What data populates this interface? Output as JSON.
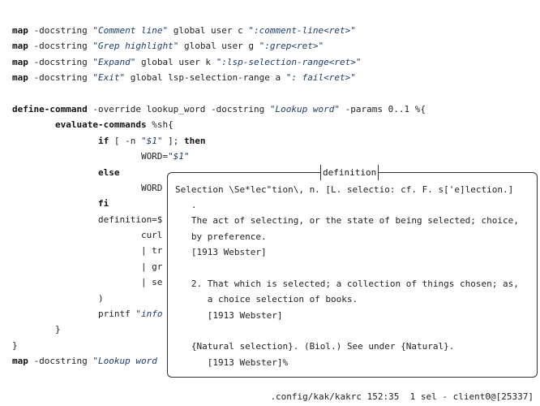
{
  "editor": {
    "lines": [
      [
        {
          "t": "map",
          "c": "k"
        },
        {
          "t": " -docstring ",
          "c": "n"
        },
        {
          "t": "\"Comment line\"",
          "c": "s"
        },
        {
          "t": " global user c ",
          "c": "n"
        },
        {
          "t": "\":comment-line<ret>\"",
          "c": "s"
        }
      ],
      [
        {
          "t": "map",
          "c": "k"
        },
        {
          "t": " -docstring ",
          "c": "n"
        },
        {
          "t": "\"Grep highlight\"",
          "c": "s"
        },
        {
          "t": " global user g ",
          "c": "n"
        },
        {
          "t": "\":grep<ret>\"",
          "c": "s"
        }
      ],
      [
        {
          "t": "map",
          "c": "k"
        },
        {
          "t": " -docstring ",
          "c": "n"
        },
        {
          "t": "\"Expand\"",
          "c": "s"
        },
        {
          "t": " global user k ",
          "c": "n"
        },
        {
          "t": "\":lsp-selection-range<ret>\"",
          "c": "s"
        }
      ],
      [
        {
          "t": "map",
          "c": "k"
        },
        {
          "t": " -docstring ",
          "c": "n"
        },
        {
          "t": "\"Exit\"",
          "c": "s"
        },
        {
          "t": " global lsp-selection-range a ",
          "c": "n"
        },
        {
          "t": "\": fail<ret>\"",
          "c": "s"
        }
      ],
      [],
      [
        {
          "t": "define-command",
          "c": "k"
        },
        {
          "t": " -override lookup_word -docstring ",
          "c": "n"
        },
        {
          "t": "\"Lookup word\"",
          "c": "s"
        },
        {
          "t": " -params 0..1 %{",
          "c": "n"
        }
      ],
      [
        {
          "t": "        ",
          "c": "n"
        },
        {
          "t": "evaluate-commands",
          "c": "k"
        },
        {
          "t": " %sh{",
          "c": "n"
        }
      ],
      [
        {
          "t": "                ",
          "c": "n"
        },
        {
          "t": "if",
          "c": "k"
        },
        {
          "t": " [ -n ",
          "c": "n"
        },
        {
          "t": "\"$1\"",
          "c": "s"
        },
        {
          "t": " ]; ",
          "c": "n"
        },
        {
          "t": "then",
          "c": "k"
        }
      ],
      [
        {
          "t": "                        WORD=",
          "c": "n"
        },
        {
          "t": "\"$1\"",
          "c": "s"
        }
      ],
      [
        {
          "t": "                ",
          "c": "n"
        },
        {
          "t": "else",
          "c": "k"
        }
      ],
      [
        {
          "t": "                        WORD",
          "c": "n"
        }
      ],
      [
        {
          "t": "                ",
          "c": "n"
        },
        {
          "t": "fi",
          "c": "k"
        }
      ],
      [
        {
          "t": "                definition=$",
          "c": "n"
        }
      ],
      [
        {
          "t": "                        curl",
          "c": "n"
        }
      ],
      [
        {
          "t": "                        | tr",
          "c": "n"
        }
      ],
      [
        {
          "t": "                        | gr",
          "c": "n"
        }
      ],
      [
        {
          "t": "                        | se",
          "c": "n"
        }
      ],
      [
        {
          "t": "                )",
          "c": "n"
        }
      ],
      [
        {
          "t": "                printf ",
          "c": "n"
        },
        {
          "t": "\"info",
          "c": "s"
        }
      ],
      [
        {
          "t": "        }",
          "c": "n"
        }
      ],
      [
        {
          "t": "}",
          "c": "n"
        }
      ],
      [
        {
          "t": "map",
          "c": "k"
        },
        {
          "t": " -docstring ",
          "c": "n"
        },
        {
          "t": "\"Lookup word",
          "c": "s"
        }
      ]
    ]
  },
  "popup": {
    "title": "definition",
    "lines": [
      "Selection \\Se*lec\"tion\\, n. [L. selectio: cf. F. s['e]lection.]",
      "   .",
      "   The act of selecting, or the state of being selected; choice,",
      "   by preference.",
      "   [1913 Webster]",
      "",
      "   2. That which is selected; a collection of things chosen; as,",
      "      a choice selection of books.",
      "      [1913 Webster]",
      "",
      "   {Natural selection}. (Biol.) See under {Natural}.",
      "      [1913 Webster]%"
    ]
  },
  "status": {
    "file": ".config/kak/kakrc",
    "position": "152:35",
    "selections": "1 sel",
    "client": "- client0@[25337]"
  },
  "colors": {
    "string": "#1f3c6e",
    "background": "#ffffff",
    "text": "#222222"
  }
}
